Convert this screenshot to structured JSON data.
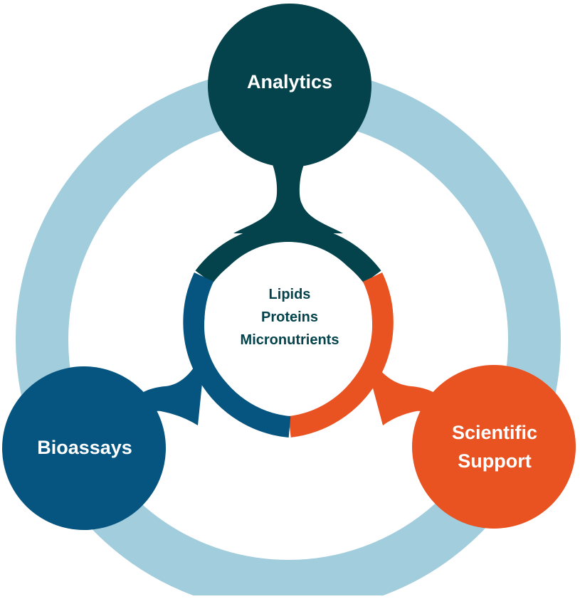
{
  "diagram": {
    "center": {
      "lines": [
        "Lipids",
        "Proteins",
        "Micronutrients"
      ]
    },
    "nodes": [
      {
        "id": "analytics",
        "lines": [
          "Analytics"
        ]
      },
      {
        "id": "bioassays",
        "lines": [
          "Bioassays"
        ]
      },
      {
        "id": "scientific-support",
        "lines": [
          "Scientific",
          "Support"
        ]
      }
    ]
  },
  "colors": {
    "outer_ring": "#a2cddc",
    "analytics": "#04434c",
    "bioassays": "#055580",
    "scientific_support": "#e95221",
    "center_text": "#04434c",
    "background": "#ffffff"
  }
}
